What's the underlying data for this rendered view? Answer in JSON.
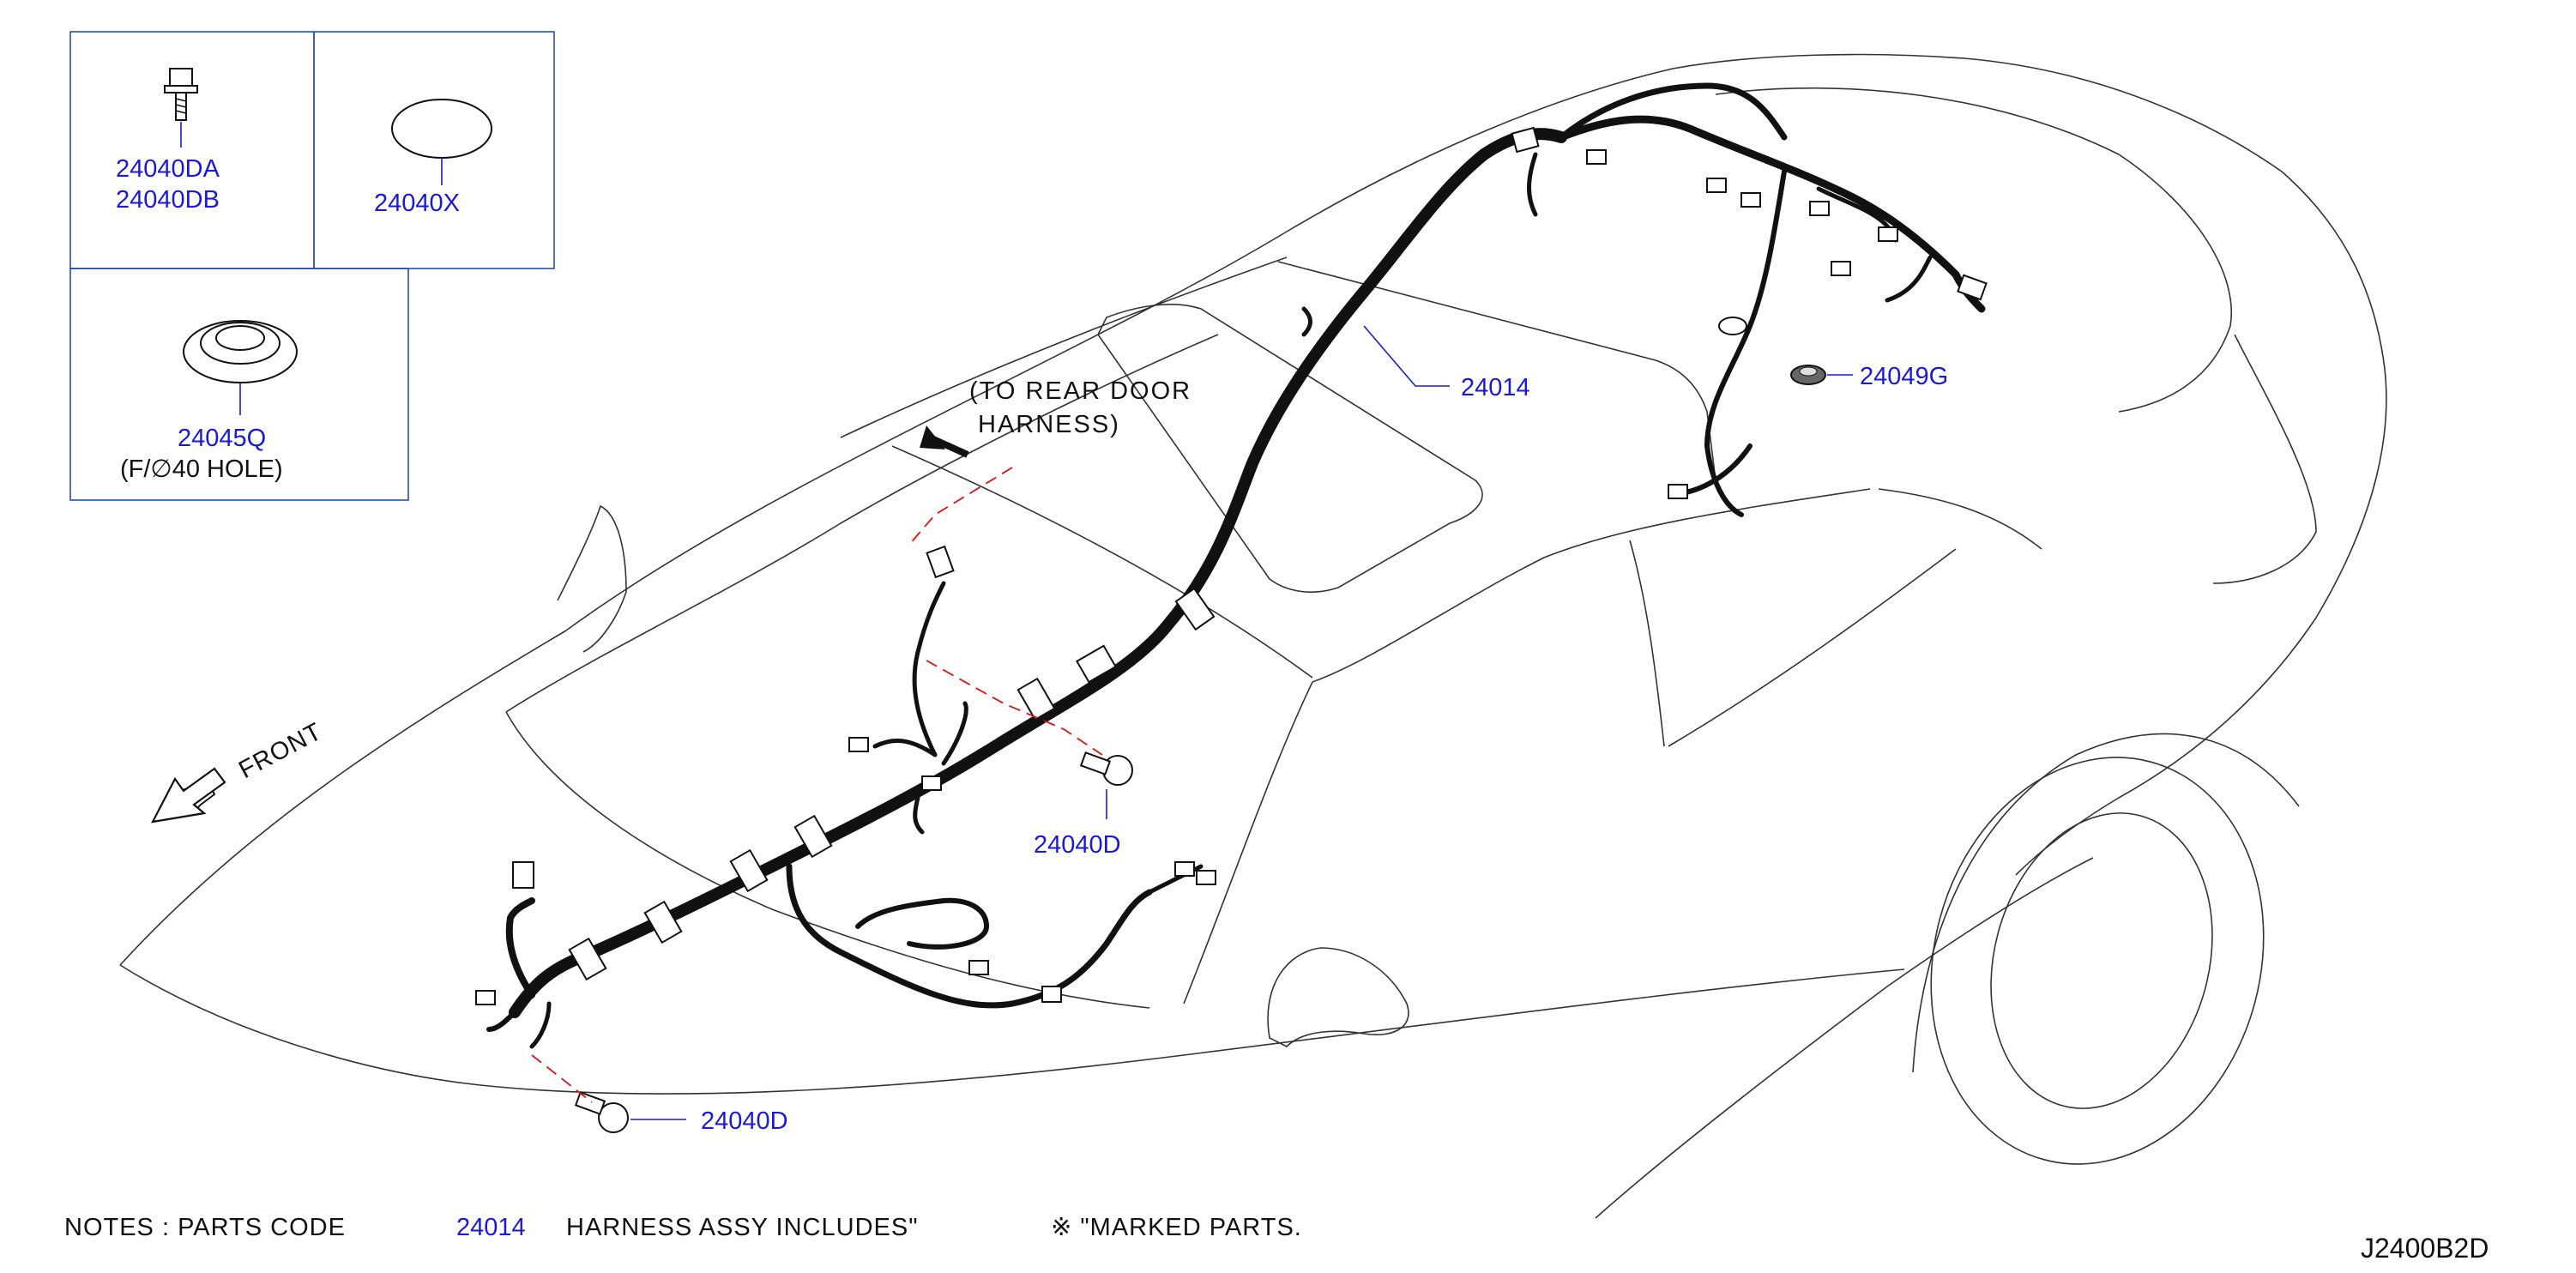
{
  "diagram": {
    "drawing_code": "J2400B2D",
    "parts_box": {
      "bolt_labels": [
        "24040DA",
        "24040DB"
      ],
      "plug_label": "24040X",
      "grommet_label": "24045Q",
      "grommet_note": "(F/∅40   HOLE)"
    },
    "callouts": {
      "harness": "24014",
      "grommet_roof": "24049G",
      "bolt_mid": "24040D",
      "bolt_front": "24040D"
    },
    "rear_door_note_line1": "(TO   REAR   DOOR",
    "rear_door_note_line2": "HARNESS)",
    "front_label": "FRONT",
    "notes": {
      "prefix": "NOTES   :   PARTS   CODE",
      "code": "24014",
      "middle": "HARNESS   ASSY   INCLUDES\"",
      "mark": "※ \"MARKED   PARTS."
    }
  }
}
